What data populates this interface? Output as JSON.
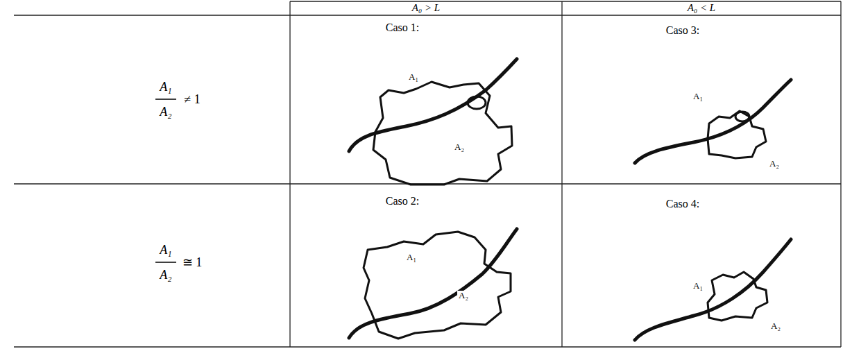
{
  "diagram": {
    "labels": [
      "A₀ > L",
      "A₀ < L",
      "A₁",
      "A₂",
      "≠ 1",
      "A₁",
      "A₂",
      "≅ 1",
      "Caso 1:",
      "A₁",
      "A₂",
      "Caso 3:",
      "A₁",
      "A₂",
      "Caso 2:",
      "A₁",
      "A₂",
      "Caso 4:",
      "A₁",
      "A₂"
    ]
  }
}
